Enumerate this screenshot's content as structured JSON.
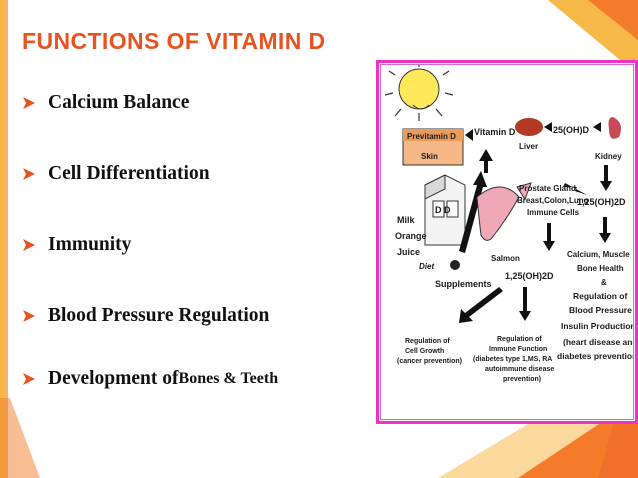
{
  "slide": {
    "title": "FUNCTIONS OF VITAMIN D",
    "bullets": [
      {
        "label": "Calcium Balance",
        "suffix": ""
      },
      {
        "label": "Cell Differentiation",
        "suffix": ""
      },
      {
        "label": "Immunity",
        "suffix": ""
      },
      {
        "label": "Blood Pressure Regulation",
        "suffix": ""
      },
      {
        "label": "Development of ",
        "suffix": "Bones & Teeth"
      }
    ],
    "colors": {
      "title": "#e8531f",
      "accent_orange": "#f47b2a",
      "accent_yellow": "#f7b84a",
      "frame_magenta": "#ea33c8"
    }
  },
  "figure": {
    "previtamin": "Previtamin D",
    "skin": "Skin",
    "vitamin_d": "Vitamin D",
    "liver": "Liver",
    "hydroxy": "25(OH)D",
    "kidney": "Kidney",
    "milk": "Milk",
    "orange": "Orange",
    "juice": "Juice",
    "diet": "Diet",
    "carton": "D D",
    "salmon": "Salmon",
    "supplements": "Supplements",
    "prostate_1": "Prostate Gland,",
    "prostate_2": "Breast,Colon,Lung",
    "prostate_3": "Immune Cells",
    "dihydroxy_right": "1,25(OH)2D",
    "dihydroxy_center": "1,25(OH)2D",
    "calcium_1": "Calcium, Muscle",
    "calcium_2": "Bone Health",
    "calcium_3": "&",
    "calcium_4": "Regulation of",
    "calcium_5": "Blood Pressure",
    "calcium_6": "Insulin Production",
    "calcium_7": "(heart disease and",
    "calcium_8": "diabetes prevention)",
    "growth_1": "Regulation of",
    "growth_2": "Cell Growth",
    "growth_3": "(cancer prevention)",
    "immune_1": "Regulation of",
    "immune_2": "Immune Function",
    "immune_3": "(diabetes type 1,MS, RA",
    "immune_4": "autoimmune disease",
    "immune_5": "prevention)"
  }
}
